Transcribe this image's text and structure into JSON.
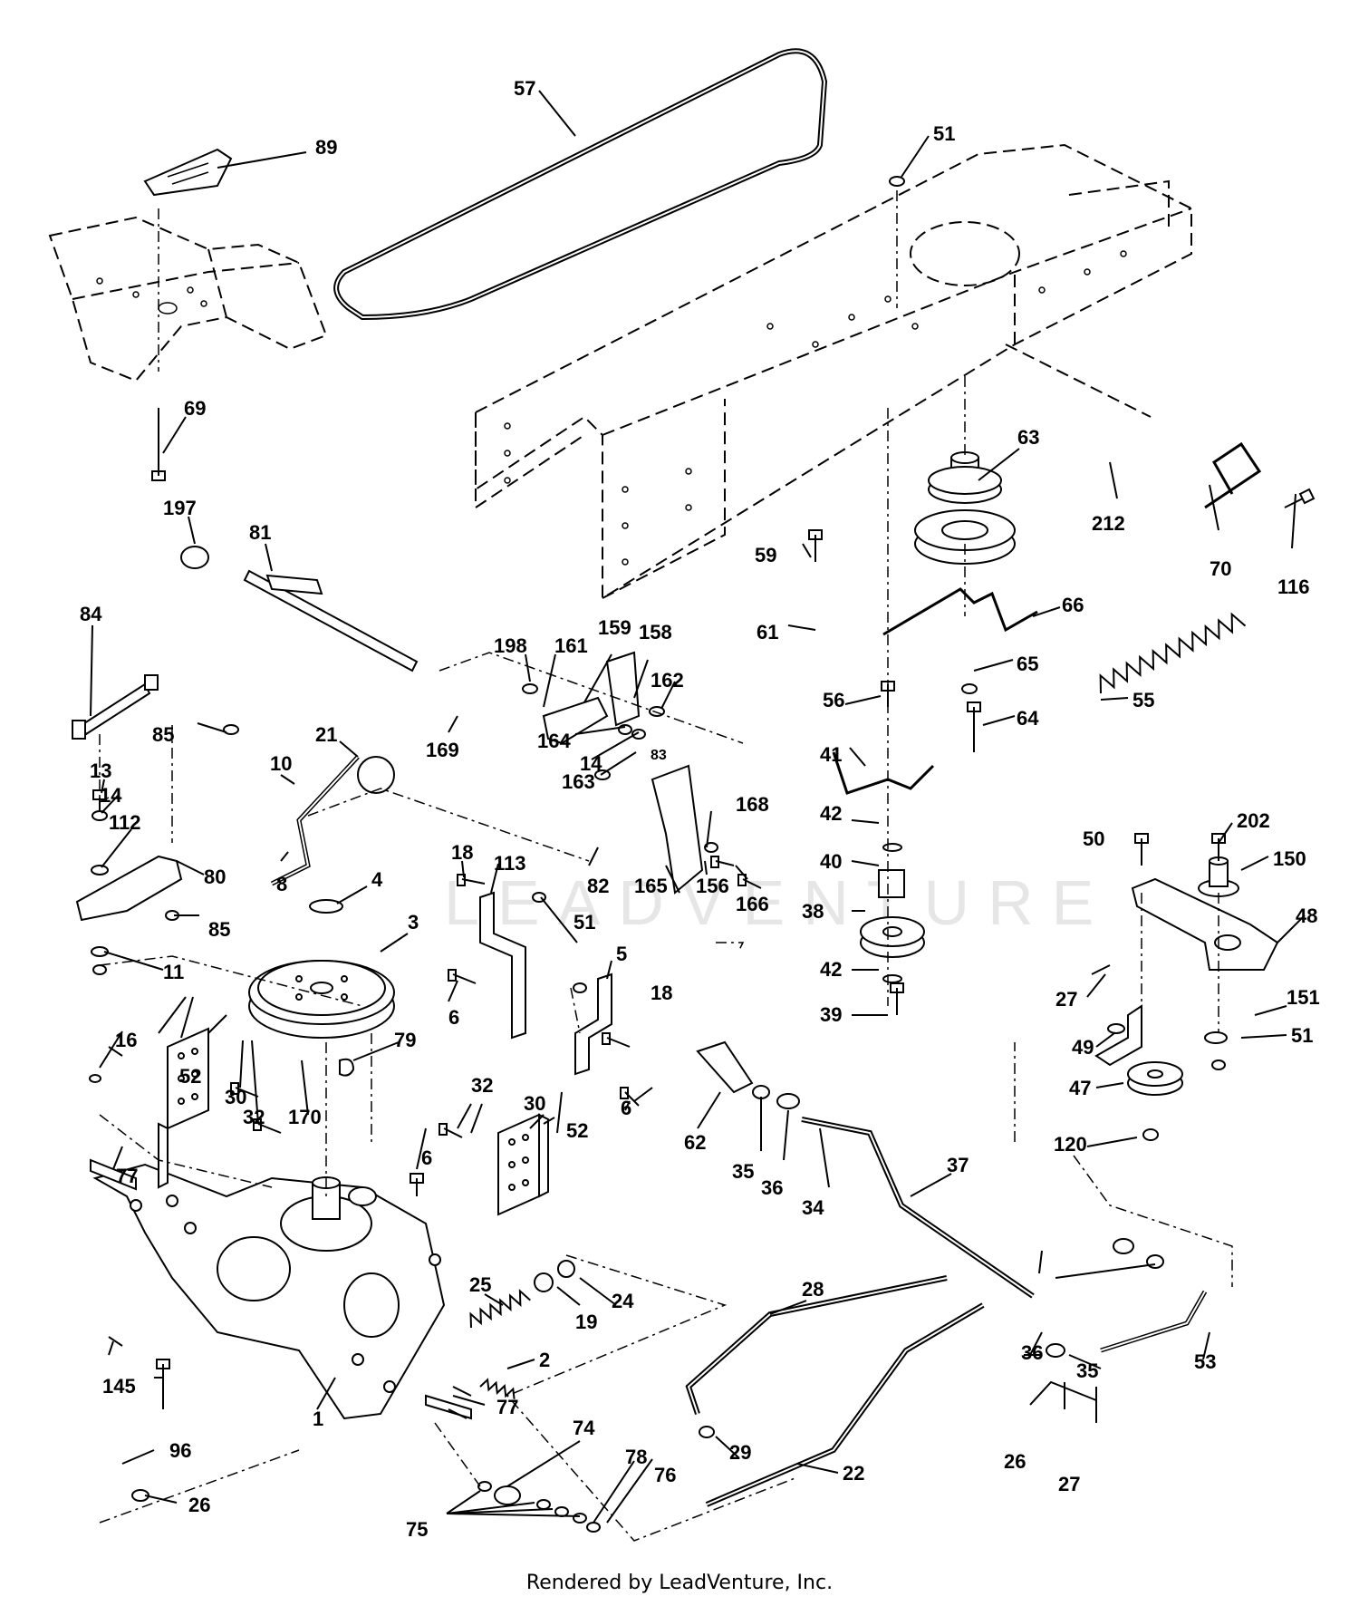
{
  "watermark": "LEADVENTURE",
  "footer": "Rendered by LeadVenture, Inc.",
  "labels": [
    "57",
    "89",
    "51",
    "69",
    "197",
    "81",
    "84",
    "85",
    "21",
    "10",
    "13",
    "14",
    "112",
    "80",
    "8",
    "4",
    "3",
    "11",
    "85",
    "198",
    "161",
    "159",
    "158",
    "162",
    "169",
    "164",
    "14",
    "163",
    "83",
    "168",
    "82",
    "165",
    "166",
    "156",
    "18",
    "113",
    "51",
    "5",
    "6",
    "18",
    "6",
    "79",
    "16",
    "52",
    "30",
    "32",
    "170",
    "6",
    "77",
    "32",
    "30",
    "52",
    "25",
    "19",
    "24",
    "2",
    "77",
    "145",
    "1",
    "96",
    "26",
    "74",
    "78",
    "76",
    "75",
    "29",
    "22",
    "28",
    "62",
    "35",
    "36",
    "34",
    "37",
    "63",
    "212",
    "70",
    "116",
    "59",
    "61",
    "66",
    "56",
    "65",
    "64",
    "41",
    "42",
    "40",
    "38",
    "42",
    "39",
    "55",
    "50",
    "202",
    "150",
    "48",
    "27",
    "151",
    "51",
    "49",
    "47",
    "120",
    "36",
    "35",
    "53",
    "26",
    "27"
  ]
}
